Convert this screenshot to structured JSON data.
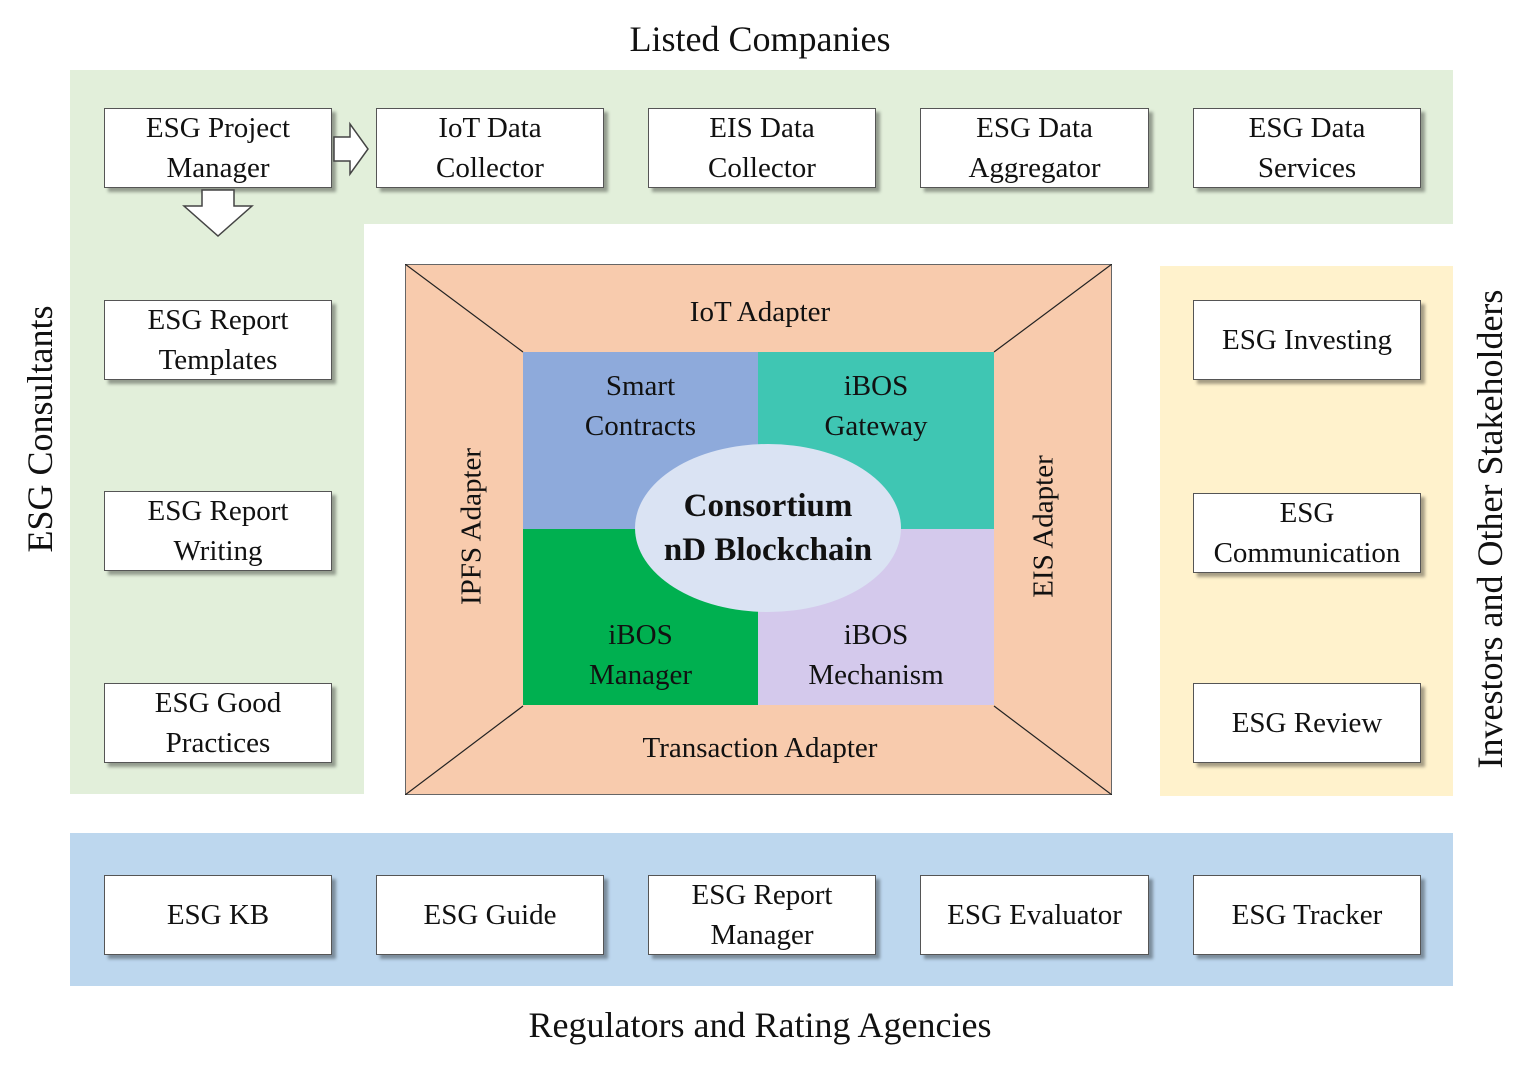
{
  "titles": {
    "top": "Listed Companies",
    "left": "ESG Consultants",
    "right": "Investors and Other Stakeholders",
    "bottom": "Regulators and Rating Agencies"
  },
  "listed_companies": {
    "boxes": [
      [
        "ESG Project",
        "Manager"
      ],
      [
        "IoT Data",
        "Collector"
      ],
      [
        "EIS Data",
        "Collector"
      ],
      [
        "ESG Data",
        "Aggregator"
      ],
      [
        "ESG Data",
        "Services"
      ]
    ]
  },
  "consultants": {
    "boxes": [
      [
        "ESG Report",
        "Templates"
      ],
      [
        "ESG Report",
        "Writing"
      ],
      [
        "ESG Good",
        "Practices"
      ]
    ]
  },
  "investors": {
    "boxes": [
      [
        "ESG Investing"
      ],
      [
        "ESG",
        "Communication"
      ],
      [
        "ESG Review"
      ]
    ]
  },
  "regulators": {
    "boxes": [
      [
        "ESG KB"
      ],
      [
        "ESG Guide"
      ],
      [
        "ESG Report",
        "Manager"
      ],
      [
        "ESG Evaluator"
      ],
      [
        "ESG Tracker"
      ]
    ]
  },
  "core": {
    "adapters": {
      "top": "IoT Adapter",
      "left": "IPFS Adapter",
      "right": "EIS Adapter",
      "bottom": "Transaction Adapter"
    },
    "quadrants": [
      [
        "Smart",
        "Contracts"
      ],
      [
        "iBOS",
        "Gateway"
      ],
      [
        "iBOS",
        "Manager"
      ],
      [
        "iBOS",
        "Mechanism"
      ]
    ],
    "center": [
      "Consortium",
      "nD Blockchain"
    ]
  },
  "colors": {
    "listed_region": "#e2efda",
    "investor_region": "#fff2cc",
    "regulator_region": "#bdd7ee",
    "frame": "#f8cbad",
    "smart_contracts": "#8eaadb",
    "ibos_gateway": "#3fc6b3",
    "ibos_manager": "#00b050",
    "ibos_mechanism": "#d4c9ec",
    "center_ellipse": "#dae3f3"
  },
  "icons": [
    "arrow-right-icon",
    "arrow-down-icon"
  ]
}
